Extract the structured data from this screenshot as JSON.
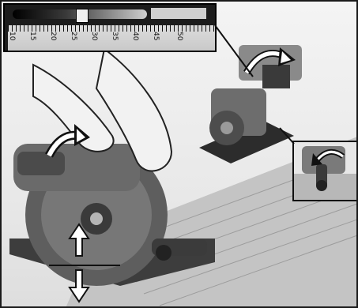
{
  "scale": {
    "labels": [
      "10",
      "15",
      "20",
      "25",
      "30",
      "35",
      "40",
      "45",
      "50"
    ]
  },
  "colors": {
    "ink": "#1a1a1a",
    "tool_body": "#5a5a5a",
    "tool_light": "#9a9a9a",
    "table": "#bdbdbd",
    "wood": "#a8a8a8",
    "arrow_fill": "#ffffff"
  },
  "icons": {
    "up_arrow": "arrow-up-icon",
    "down_arrow": "arrow-down-icon",
    "rotate_arrow": "rotate-arrow-icon"
  }
}
